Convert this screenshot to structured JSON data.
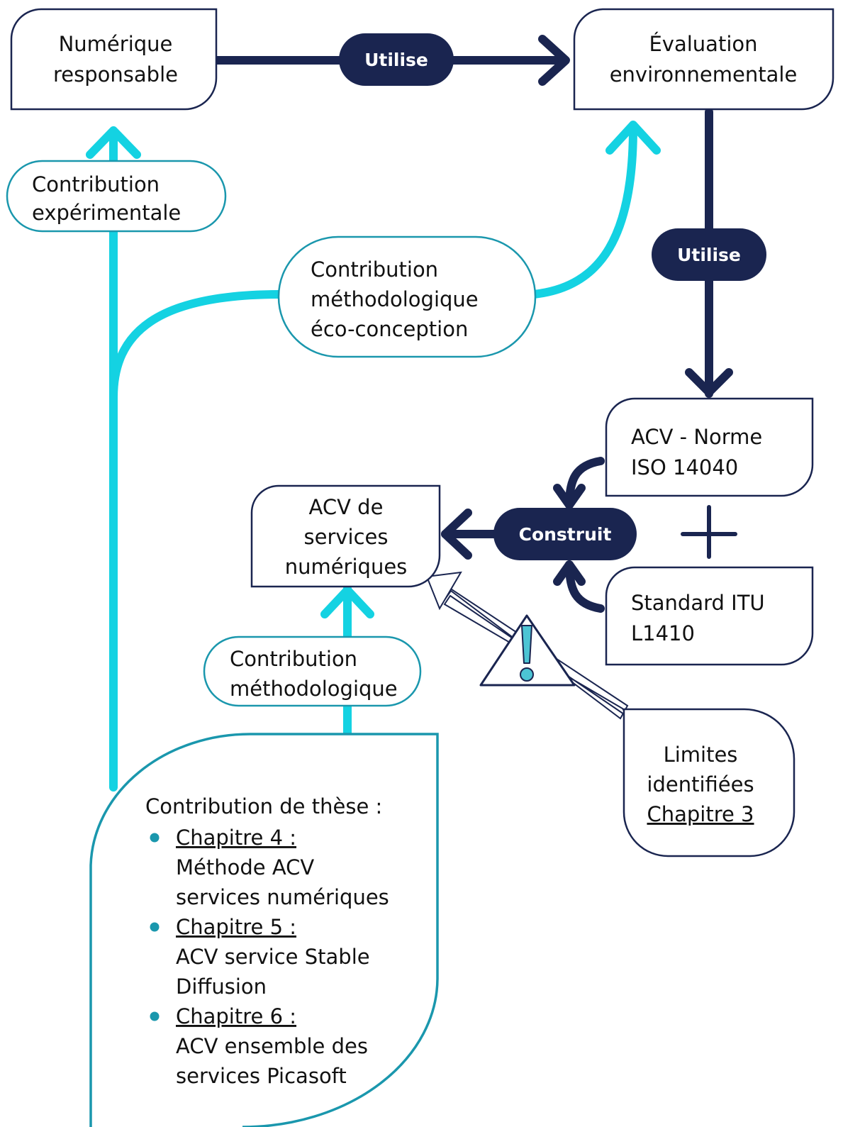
{
  "colors": {
    "navy": "#1a2550",
    "cyan": "#14d2e2",
    "teal": "#1a97ad",
    "bullet": "#1a97ad"
  },
  "nodes": {
    "numerique": [
      "Numérique",
      "responsable"
    ],
    "evaluation": [
      "Évaluation",
      "environnementale"
    ],
    "acv_norme": [
      "ACV - Norme",
      "ISO 14040"
    ],
    "itu": [
      "Standard ITU",
      "L1410"
    ],
    "acv_services": [
      "ACV de",
      "services",
      "numériques"
    ],
    "limites": [
      "Limites",
      "identifiées",
      "Chapitre 3"
    ],
    "contrib_exp": [
      "Contribution",
      "expérimentale"
    ],
    "contrib_meth_eco": [
      "Contribution",
      "méthodologique",
      "éco-conception"
    ],
    "contrib_meth": [
      "Contribution",
      "méthodologique"
    ]
  },
  "badges": {
    "utilise": "Utilise",
    "construit": "Construit"
  },
  "plus": "+",
  "thesis": {
    "title": "Contribution de thèse :",
    "items": [
      {
        "chapter": "Chapitre 4 :",
        "lines": [
          "Méthode ACV",
          "services numériques"
        ]
      },
      {
        "chapter": "Chapitre 5 :",
        "lines": [
          "ACV service Stable",
          "Diffusion"
        ]
      },
      {
        "chapter": "Chapitre 6 :",
        "lines": [
          "ACV ensemble des",
          "services Picasoft"
        ]
      }
    ]
  },
  "icons": {
    "warning": "warning-triangle-icon"
  }
}
